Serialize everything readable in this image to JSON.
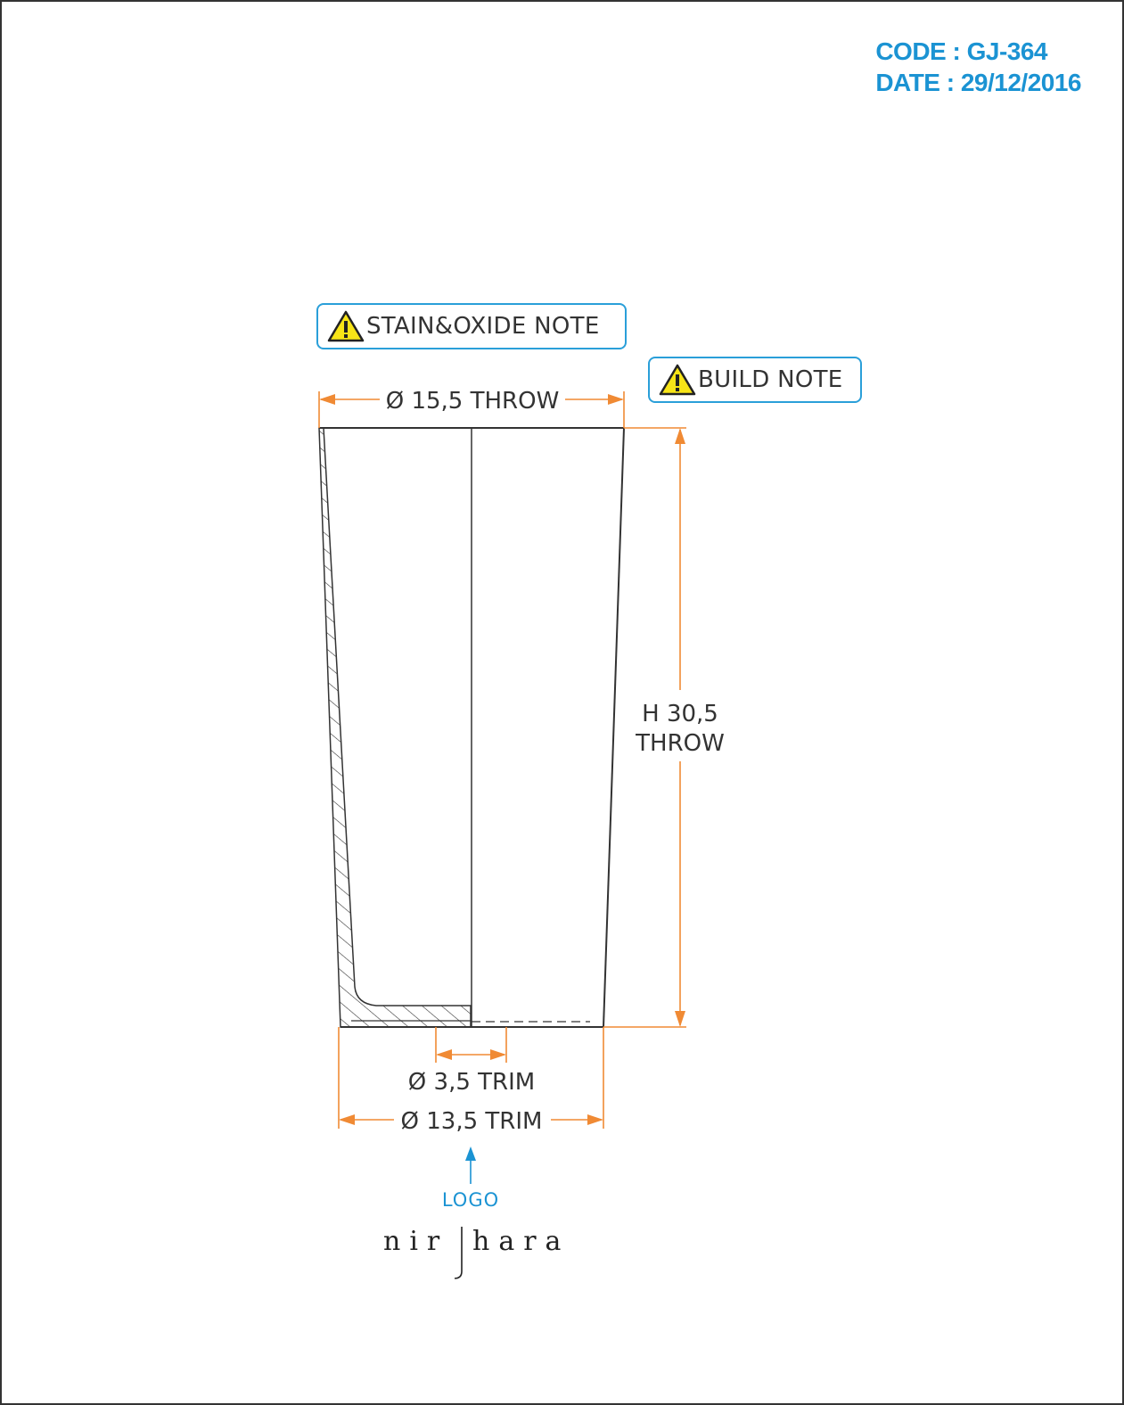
{
  "header": {
    "code": "CODE : GJ-364",
    "date": "DATE : 29/12/2016"
  },
  "notes": {
    "stain_oxide": "STAIN&OXIDE NOTE",
    "build": "BUILD NOTE"
  },
  "dimensions": {
    "top_diameter": "Ø 15,5 THROW",
    "height_line1": "H 30,5",
    "height_line2": "THROW",
    "foot_diameter": "Ø 3,5 TRIM",
    "base_diameter": "Ø 13,5 TRIM"
  },
  "logo": {
    "label": "LOGO",
    "brand_left": "nir",
    "brand_right": "hara"
  },
  "colors": {
    "header_blue": "#1b93d3",
    "dimension_orange": "#f08a34",
    "note_border": "#2a9fd9",
    "warning_yellow": "#f7e417",
    "line": "#333333"
  },
  "icons": [
    "warning-triangle-icon",
    "arrow-up-icon"
  ]
}
